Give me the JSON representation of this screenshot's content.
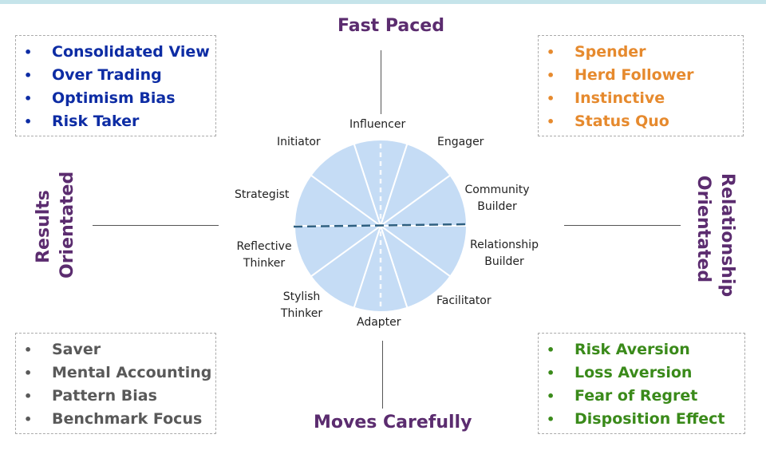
{
  "axes": {
    "top": "Fast Paced",
    "bottom": "Moves Carefully",
    "left_line1": "Results",
    "left_line2": "Orientated",
    "right_line1": "Relationship",
    "right_line2": "Orientated"
  },
  "quadrants": {
    "top_left": {
      "items": [
        "Consolidated View",
        "Over Trading",
        "Optimism Bias",
        "Risk Taker"
      ],
      "color": "#0d2ca4"
    },
    "top_right": {
      "items": [
        "Spender",
        "Herd Follower",
        "Instinctive",
        "Status Quo"
      ],
      "color": "#e68a2e"
    },
    "bottom_left": {
      "items": [
        "Saver",
        "Mental Accounting",
        "Pattern Bias",
        "Benchmark Focus"
      ],
      "color": "#595959"
    },
    "bottom_right": {
      "items": [
        "Risk Aversion",
        "Loss Aversion",
        "Fear of Regret",
        "Disposition Effect"
      ],
      "color": "#3a8a1a"
    }
  },
  "bullet_glyph": "•",
  "wheel": {
    "segment_count": 10,
    "fill_color": "#c5dcf5",
    "divider_color": "#2e5f80",
    "labels": {
      "influencer": "Influencer",
      "engager": "Engager",
      "community_builder_1": "Community",
      "community_builder_2": "Builder",
      "relationship_builder_1": "Relationship",
      "relationship_builder_2": "Builder",
      "facilitator": "Facilitator",
      "adapter": "Adapter",
      "stylish_thinker_1": "Stylish",
      "stylish_thinker_2": "Thinker",
      "reflective_thinker_1": "Reflective",
      "reflective_thinker_2": "Thinker",
      "strategist": "Strategist",
      "initiator": "Initiator"
    }
  }
}
